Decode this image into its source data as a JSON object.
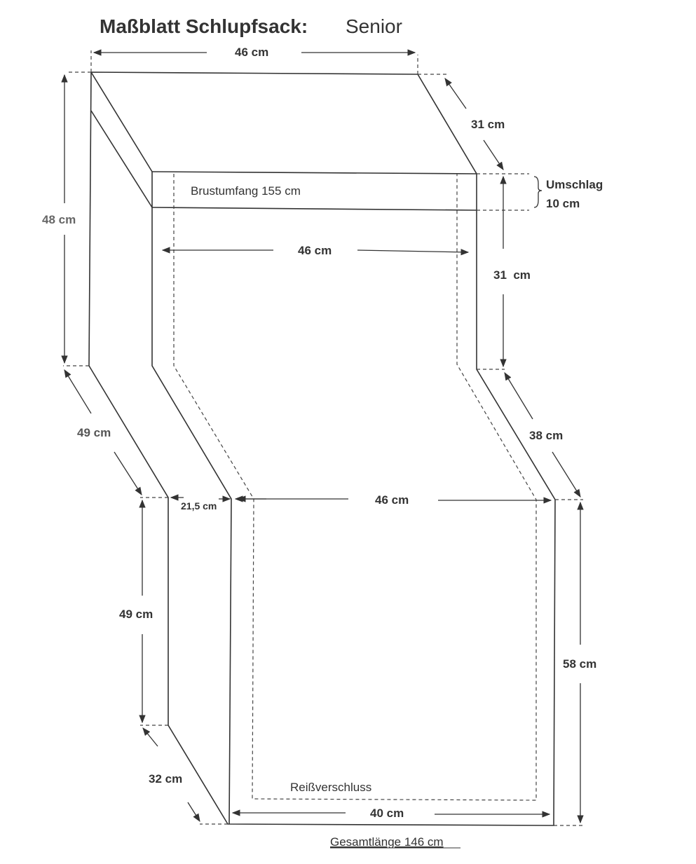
{
  "title": {
    "bold": "Maßblatt Schlupfsack:",
    "regular": "Senior"
  },
  "labels": {
    "top_width": "46 cm",
    "top_diag": "31 cm",
    "umschlag": "Umschlag",
    "umschlag_size": "10 cm",
    "brustumfang": "Brustumfang 155 cm",
    "left_height": "48 cm",
    "mid_width": "46 cm",
    "right_height": "31  cm",
    "left_diag": "49 cm",
    "right_diag": "38 cm",
    "inner_gap": "21,5 cm",
    "lower_width": "46 cm",
    "lower_left_height": "49 cm",
    "right_lower_height": "58 cm",
    "bottom_diag": "32 cm",
    "zipper": "Reißverschluss",
    "bottom_width": "40 cm",
    "total_length": "Gesamtlänge 146 cm"
  }
}
